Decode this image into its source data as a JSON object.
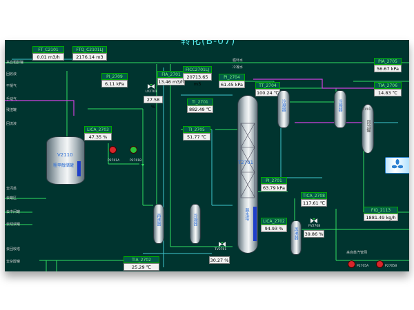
{
  "screen": {
    "title": "转化(B-07)",
    "equipment": {
      "tank_v2110_name": "V2110",
      "tank_v2110_desc": "粗甲醇储罐",
      "column_t2701": "T2701",
      "column_t2701_desc": "脱水塔",
      "exchanger_a": "再沸器",
      "exchanger_b": "冷凝器",
      "exchanger_c": "再沸器",
      "condenser_top_a": "冷凝器",
      "condenser_top_b": "冷凝器",
      "separator": "FV01",
      "separator_desc": "回流罐"
    },
    "instruments": [
      {
        "tag": "FT_C2101",
        "value": "0.01 m3/h"
      },
      {
        "tag": "FTQ_C2101LJ",
        "value": "2176.14 m3"
      },
      {
        "tag": "PI_2709",
        "value": "6.11 kPa"
      },
      {
        "tag": "FIA_2701",
        "value": "13.46 m3/h"
      },
      {
        "tag": "FICC2701LJ",
        "value": "20713.65 m3"
      },
      {
        "tag": "PI_2704",
        "value": "61.45 kPa"
      },
      {
        "tag": "TT_2704",
        "value": "100.24 ℃"
      },
      {
        "tag": "PIA_2705",
        "value": "56.67 kPa"
      },
      {
        "tag": "TIA_2706",
        "value": "14.83 ℃"
      },
      {
        "tag": "TI_2701",
        "value": "882.49 ℃"
      },
      {
        "tag": "LICA_2703",
        "value": "47.35 %"
      },
      {
        "tag": "TI_2705",
        "value": "51.77 ℃"
      },
      {
        "tag": "PI_2701",
        "value": "63.79 kPa"
      },
      {
        "tag": "TICA_2708",
        "value": "117.61 ℃"
      },
      {
        "tag": "LICA_2702",
        "value": "94.93 %"
      },
      {
        "tag": "FIQ_2113",
        "value": "1881.49 kg/h"
      },
      {
        "tag": "TIA_2702",
        "value": "25.29 ℃"
      }
    ],
    "valves": [
      {
        "tag": "LV2701",
        "value": "27.58 %"
      },
      {
        "tag": "TV2701",
        "value": "30.27 %"
      },
      {
        "tag": "FV2708",
        "value": "39.86 %"
      }
    ],
    "pumps": [
      "P2701A",
      "P2701B",
      "P2705A",
      "P2705B"
    ],
    "side_labels": [
      "来自粗醇罐",
      "回收液",
      "不凝气",
      "手动气",
      "残渣罐",
      "回流液",
      "去闪蒸",
      "去罐区",
      "去中间罐",
      "去残液罐",
      "去回收塔",
      "去杂醇罐",
      "来自蒸汽管网"
    ],
    "stream_labels": {
      "s1": "循环水",
      "s2": "冷凝水"
    }
  }
}
